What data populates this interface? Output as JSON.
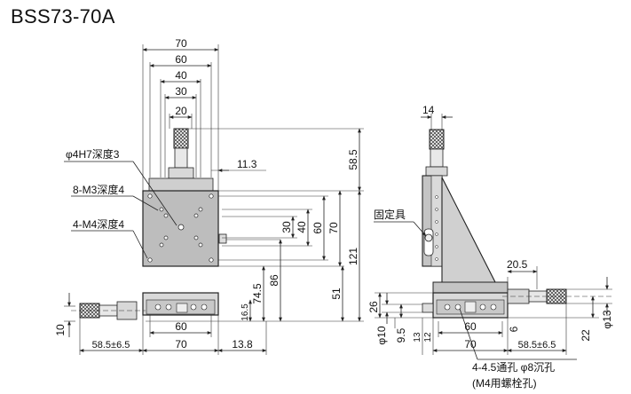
{
  "model": "BSS73-70A",
  "front_view": {
    "dims_top": [
      "70",
      "60",
      "40",
      "30",
      "20"
    ],
    "dim_11_3": "11.3",
    "dim_58_5": "58.5",
    "dims_right": [
      "30",
      "40",
      "60",
      "70",
      "121",
      "86",
      "74.5",
      "51"
    ],
    "dim_16_5": "16.5",
    "dim_10": "10",
    "dims_bottom": [
      "60",
      "70"
    ],
    "dim_58_5_tol": "58.5±6.5",
    "dim_13_8": "13.8",
    "callouts": [
      "φ4H7深度3",
      "8-M3深度4",
      "4-M4深度4"
    ]
  },
  "side_view": {
    "dim_14": "14",
    "label_fixture": "固定具",
    "dim_20_5": "20.5",
    "dim_26": "26",
    "dim_phi10": "φ10",
    "dim_9_5": "9.5",
    "dim_13": "13",
    "dim_12": "12",
    "dims_bottom": [
      "60",
      "70"
    ],
    "dim_58_5_tol": "58.5±6.5",
    "dim_6": "6",
    "dim_22": "22",
    "dim_phi13": "φ13",
    "holes_note": "4-4.5通孔 φ8沉孔",
    "holes_note2": "(M4用螺栓孔)"
  }
}
